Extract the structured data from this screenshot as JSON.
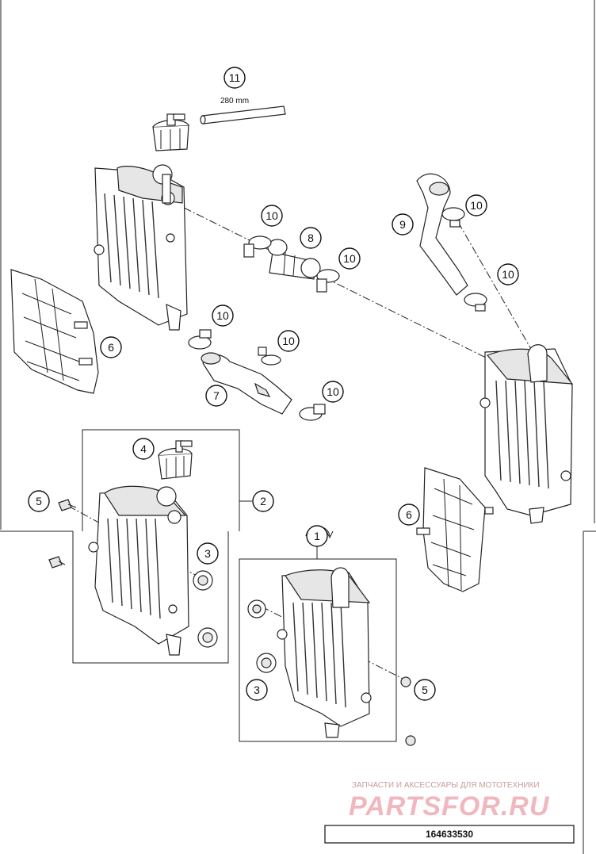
{
  "callouts": {
    "c1": "1",
    "c2": "2",
    "c3a": "3",
    "c3b": "3",
    "c4": "4",
    "c5a": "5",
    "c5b": "5",
    "c6a": "6",
    "c6b": "6",
    "c7": "7",
    "c8": "8",
    "c9": "9",
    "c10a": "10",
    "c10b": "10",
    "c10c": "10",
    "c10d": "10",
    "c10e": "10",
    "c10f": "10",
    "c10g": "10",
    "c11": "11"
  },
  "hose_length": "280 mm",
  "watermark": {
    "line1": "ЗАПЧАСТИ И АКСЕССУАРЫ ДЛЯ МОТОТЕХНИКИ",
    "line2": "PARTSFOR.RU"
  },
  "diagram_code": "164633530"
}
